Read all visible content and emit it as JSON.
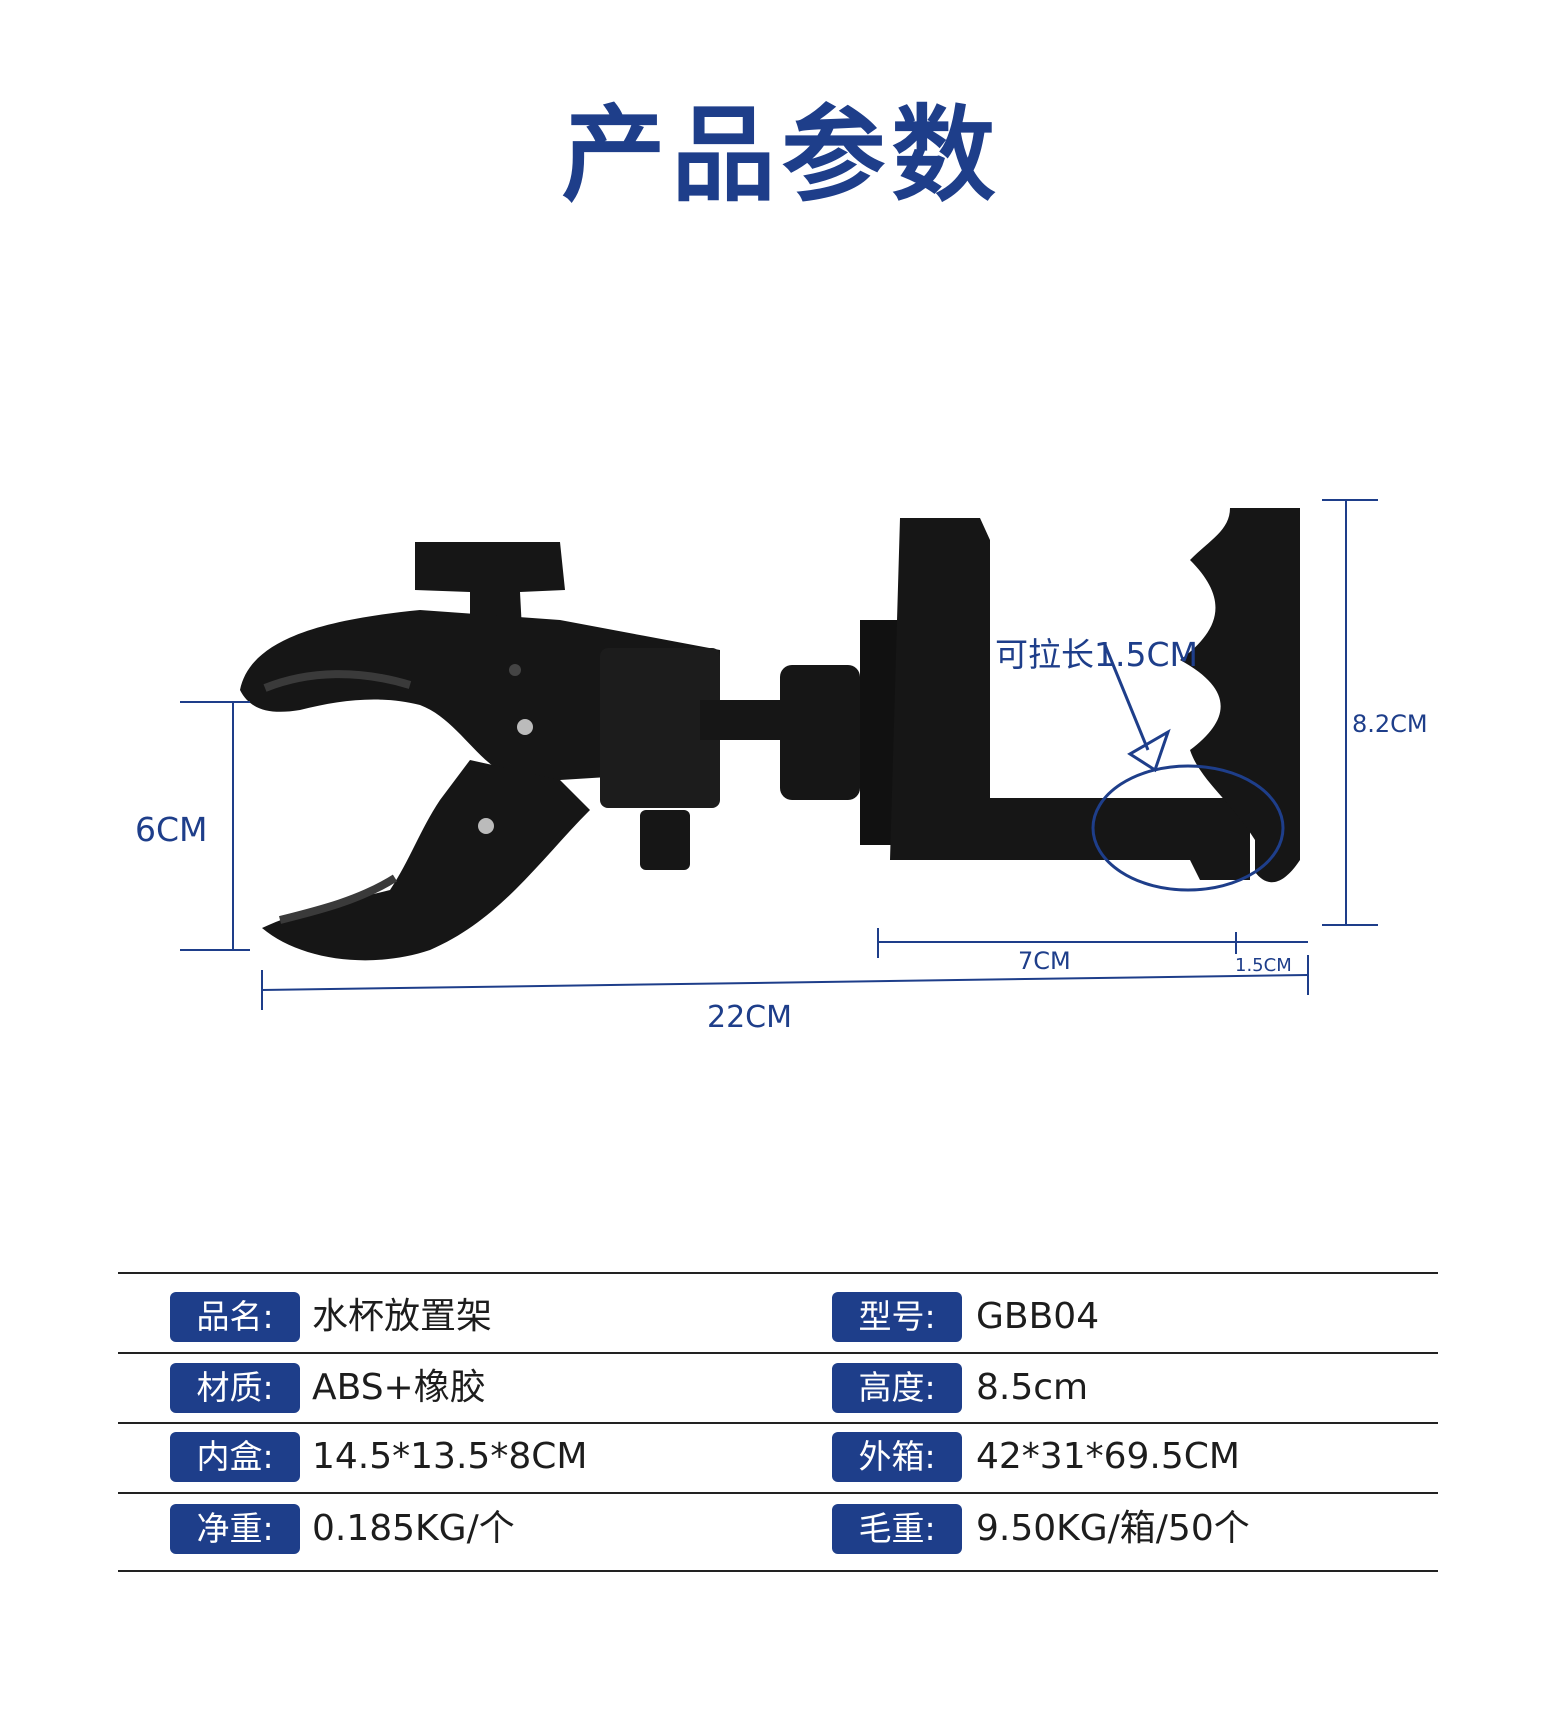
{
  "page": {
    "title": "产品参数"
  },
  "dimensions": {
    "clamp_height": "6CM",
    "total_length": "22CM",
    "holder_depth": "7CM",
    "extension_width": "1.5CM",
    "holder_height": "8.2CM",
    "extension_note": "可拉长1.5CM"
  },
  "specs": {
    "rows": [
      {
        "left_label": "品名:",
        "left_value": "水杯放置架",
        "right_label": "型号:",
        "right_value": "GBB04"
      },
      {
        "left_label": "材质:",
        "left_value": "ABS+橡胶",
        "right_label": "高度:",
        "right_value": "8.5cm"
      },
      {
        "left_label": "内盒:",
        "left_value": "14.5*13.5*8CM",
        "right_label": "外箱:",
        "right_value": "42*31*69.5CM"
      },
      {
        "left_label": "净重:",
        "left_value": "0.185KG/个",
        "right_label": "毛重:",
        "right_value": "9.50KG/箱/50个"
      }
    ]
  },
  "colors": {
    "accent": "#1e3e8a",
    "product": "#161616",
    "text": "#1d1d1d"
  }
}
